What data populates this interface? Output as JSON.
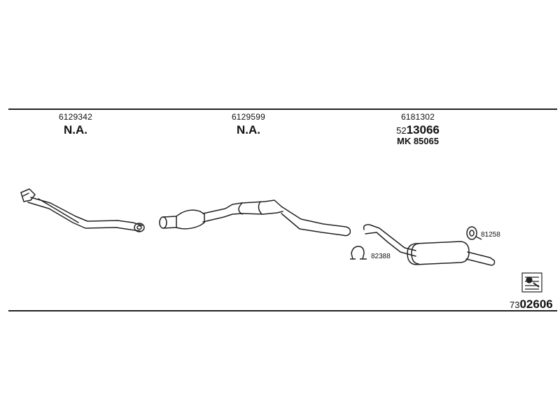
{
  "header": {
    "columns": [
      {
        "ref": "6129342",
        "status": "N.A."
      },
      {
        "ref": "6129599",
        "status": "N.A."
      },
      {
        "ref": "6181302",
        "part_prefix": "52",
        "part_number": "13066",
        "mk": "MK  85065"
      }
    ]
  },
  "parts": {
    "clamp_ref": "82388",
    "hanger_ref": "81258"
  },
  "footer": {
    "catalog_prefix": "73",
    "catalog_number": "02606"
  },
  "icons": {
    "corner": "tool-info-icon"
  }
}
